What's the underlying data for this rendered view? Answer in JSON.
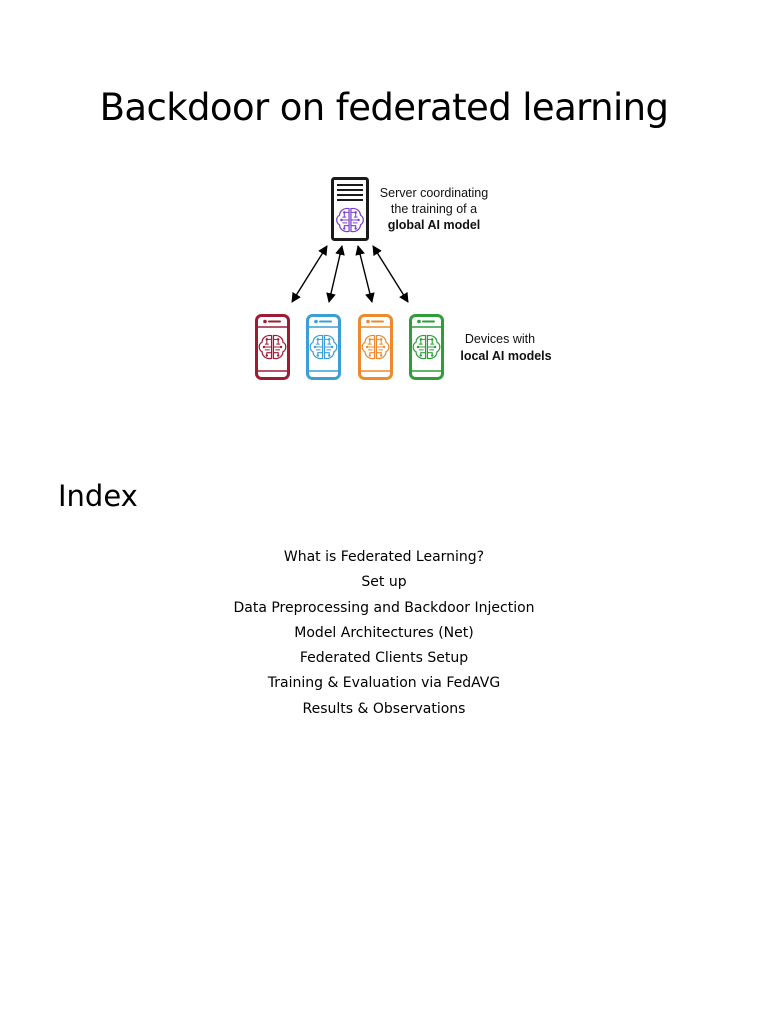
{
  "title": "Backdoor on federated learning",
  "diagram": {
    "server_label_line1": "Server coordinating",
    "server_label_line2": "the training of a",
    "server_label_line3": "global AI model",
    "devices_label_line1": "Devices with",
    "devices_label_line2": "local AI models",
    "device_colors": [
      "#9e1b36",
      "#3a9fd6",
      "#ee8a2c",
      "#2e9e3a"
    ],
    "server_brain_color": "#7b3fd0",
    "icons": [
      "server-icon",
      "brain-icon",
      "phone-icon",
      "bidirectional-arrow"
    ]
  },
  "index": {
    "heading": "Index",
    "items": [
      "What is Federated Learning?",
      "Set up",
      "Data Preprocessing and Backdoor Injection",
      "Model Architectures (Net)",
      "Federated Clients Setup",
      "Training & Evaluation via FedAVG",
      "Results & Observations"
    ]
  }
}
